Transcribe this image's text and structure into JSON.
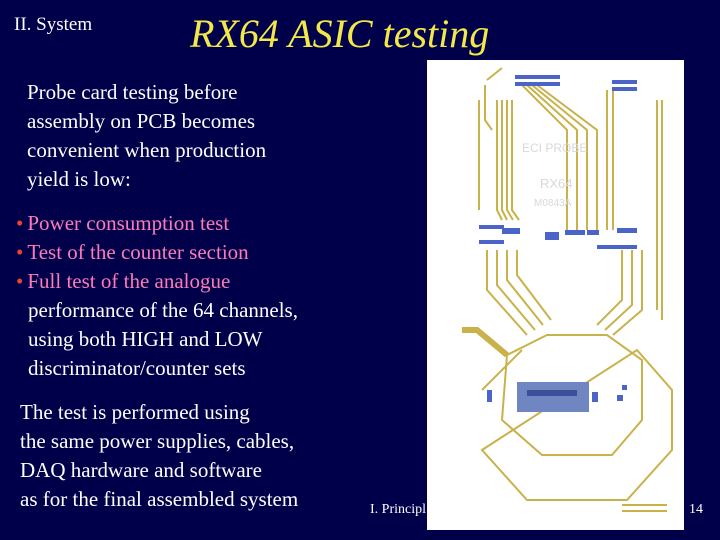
{
  "slide": {
    "section_label": "II. System",
    "title": "RX64 ASIC testing",
    "intro": [
      "Probe card testing before",
      "assembly on PCB becomes",
      "convenient when production",
      "yield is low:"
    ],
    "bullets": [
      {
        "first": "Power consumption test",
        "cont": []
      },
      {
        "first": "Test of the counter section",
        "cont": []
      },
      {
        "first": "Full test of the analogue",
        "cont": [
          "performance of the 64 channels,",
          "using both HIGH and LOW",
          "discriminator/counter sets"
        ]
      }
    ],
    "closing": [
      "The test is performed using",
      "the same power supplies, cables,",
      "DAQ hardware and software",
      "as for the final assembled system"
    ],
    "footer_left": "I. Principl",
    "page_number": "14"
  },
  "pcb": {
    "board_text": [
      "ECI PROBE",
      "RX64",
      "M0843A"
    ]
  },
  "colors": {
    "background": "#00004a",
    "title": "#f2e84a",
    "bullet_dot": "#e8442a",
    "bullet_text": "#ff7ab8",
    "trace": "#c9b24a",
    "pad": "#4a64c8"
  }
}
